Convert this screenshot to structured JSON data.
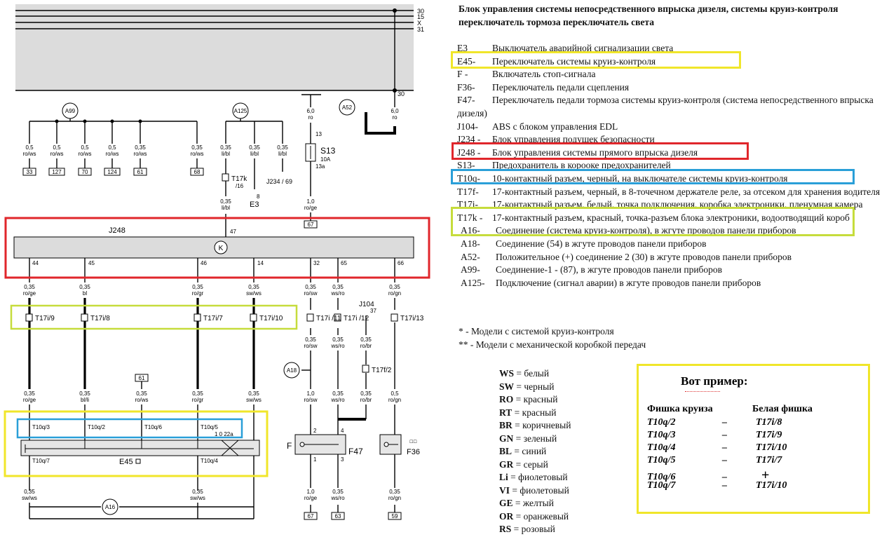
{
  "title": "Блок управления системы непосредственного впрыска дизеля, системы круиз-контроля переключатель тормоза переключатель света",
  "legend": [
    {
      "code": "E3",
      "text": "Выключатель аварийной сигнализации света"
    },
    {
      "code": "E45-",
      "text": "Переключатель системы круиз-контроля"
    },
    {
      "code": "F -",
      "text": "Включатель стоп-сигнала"
    },
    {
      "code": "F36-",
      "text": "Переключатель педали сцепления"
    },
    {
      "code": "F47-",
      "text": "Переключатель педали тормоза системы круиз-контроля (система непосредственного впрыска дизеля)"
    },
    {
      "code": "J104-",
      "text": "ABS с блоком управления EDL"
    },
    {
      "code": "J234 -",
      "text": "Блок управления подушек безопасности"
    },
    {
      "code": "J248 -",
      "text": "Блок управления системы прямого впрыска дизеля"
    },
    {
      "code": "S13-",
      "text": "Предохранитель в корооке предохранителей"
    },
    {
      "code": "T10q-",
      "text": "10-контактный разъем, черный, на выключателе системы круиз-контроля"
    },
    {
      "code": "T17f-",
      "text": "17-контактный разъем, черный, в 8-точечном держателе реле, за отсеком для хранения водителя"
    },
    {
      "code": "T17i-",
      "text": "17-контактный разъем, белый, точка подключения, коробка электроники, пленумная камера"
    },
    {
      "code": "T17k -",
      "text": "17-контактный разъем, красный, точка-разъем блока электроники, водоотводящий короб"
    },
    {
      "code": "A16-",
      "text": "Соединение (система круиз-контроля), в жгуте проводов панели приборов"
    },
    {
      "code": "A18-",
      "text": "Соединение (54) в жгуте проводов панели приборов"
    },
    {
      "code": "A52-",
      "text": "Положительное (+) соединение 2 (30) в жгуте проводов панели приборов"
    },
    {
      "code": "A99-",
      "text": "Соединение-1 - (87), в жгуте проводов панели приборов"
    },
    {
      "code": "A125-",
      "text": "Подключение (сигнал аварии) в жгуте проводов панели приборов"
    }
  ],
  "notes": [
    "* - Модели с системой круиз-контроля",
    "** - Модели с механической коробкой передач"
  ],
  "colors": [
    {
      "code": "WS",
      "name": "белый"
    },
    {
      "code": "SW",
      "name": "черный"
    },
    {
      "code": "RO",
      "name": "красный"
    },
    {
      "code": "RT",
      "name": "красный"
    },
    {
      "code": "BR",
      "name": "коричневый"
    },
    {
      "code": "GN",
      "name": "зеленый"
    },
    {
      "code": "BL",
      "name": "синий"
    },
    {
      "code": "GR",
      "name": "серый"
    },
    {
      "code": "Li",
      "name": "фиолетовый"
    },
    {
      "code": "VI",
      "name": "фиолетовый"
    },
    {
      "code": "GE",
      "name": "желтый"
    },
    {
      "code": "OR",
      "name": "оранжевый"
    },
    {
      "code": "RS",
      "name": "розовый"
    }
  ],
  "example": {
    "heading": "Вот пример:",
    "col1": "Фишка круиза",
    "col2": "Белая фишка",
    "rows": [
      {
        "a": "T10q/2",
        "dash": "–",
        "b": "T17i/8"
      },
      {
        "a": "T10q/3",
        "dash": "–",
        "b": "T17i/9"
      },
      {
        "a": "T10q/4",
        "dash": "–",
        "b": "T17i/10"
      },
      {
        "a": "T10q/5",
        "dash": "–",
        "b": "T17i/7"
      },
      {
        "a": "T10q/6",
        "dash": "–",
        "b": "+"
      },
      {
        "a": "T10q/7",
        "dash": "–",
        "b": "T17i/10"
      }
    ]
  },
  "diagram": {
    "rails": [
      "30",
      "15",
      "X",
      "31"
    ],
    "rail30_drop": "30",
    "a99": {
      "label": "A99",
      "wires": [
        {
          "size": "0,5",
          "color": "ro/ws",
          "target": "33"
        },
        {
          "size": "0,5",
          "color": "ro/ws",
          "target": "127"
        },
        {
          "size": "0,5",
          "color": "ro/ws",
          "target": "70"
        },
        {
          "size": "0,5",
          "color": "ro/ws",
          "target": "124"
        },
        {
          "size": "0,35",
          "color": "ro/ws",
          "target": "61"
        },
        {
          "size": "0,35",
          "color": "ro/ws",
          "target": "68"
        }
      ]
    },
    "a125": {
      "label": "A125",
      "wires": [
        {
          "size": "0,35",
          "color": "li/bl"
        },
        {
          "size": "0,35",
          "color": "li/bl"
        },
        {
          "size": "0,35",
          "color": "li/bl"
        }
      ],
      "t17k": "T17k",
      "t17k_pin": "/16",
      "e3": "E3",
      "e3_pin": "8",
      "j234": "J234 / 69"
    },
    "a52": {
      "label": "A52",
      "size": "6,0",
      "color": "ro"
    },
    "fuse": {
      "pin_top": "13",
      "name": "S13",
      "rating": "10A",
      "pin_bot": "13a",
      "size_top": "6,0",
      "color_top": "ro",
      "size_bot": "1,0",
      "color_bot": "ro/ge",
      "target": "67"
    },
    "right_rail": {
      "size": "6,0",
      "color": "ro"
    },
    "j248_input": {
      "size": "0,35",
      "color": "li/bl",
      "pin": "47"
    },
    "j248": {
      "label": "J248",
      "pins": [
        "44",
        "45",
        "46",
        "14",
        "32",
        "65",
        "66"
      ]
    },
    "j248_wires": [
      {
        "size": "0,35",
        "color": "ro/ge"
      },
      {
        "size": "0,35",
        "color": "bl"
      },
      {
        "size": "0,35",
        "color": "ro/gr"
      },
      {
        "size": "0,35",
        "color": "sw/ws"
      },
      {
        "size": "0,35",
        "color": "ro/sw"
      },
      {
        "size": "0,35",
        "color": "ws/ro"
      },
      {
        "size": "0,35",
        "color": "ro/gn"
      }
    ],
    "t17i": [
      "T17i/9",
      "T17i/8",
      "T17i/7",
      "T17i/10"
    ],
    "t17i_right": [
      "T17i /11",
      "T17i /12",
      "T17i/13"
    ],
    "j104": {
      "label": "J104",
      "pin": "37",
      "size": "0,35",
      "color": "ro/br",
      "t17f": "T17f/2"
    },
    "mid_wires": [
      {
        "size": "0,35",
        "color": "ro/sw"
      },
      {
        "size": "0,35",
        "color": "ws/ro"
      }
    ],
    "a18": "A18",
    "lower_wires": [
      {
        "size": "0,35",
        "color": "ro/ge"
      },
      {
        "size": "0,35",
        "color": "bl/li"
      },
      {
        "size": "0,35",
        "color": "ro/ws",
        "target": "61"
      },
      {
        "size": "0,35",
        "color": "ro/gr"
      },
      {
        "size": "0,35",
        "color": "sw/ws"
      },
      {
        "size": "1,0",
        "color": "ro/sw"
      },
      {
        "size": "0,35",
        "color": "ws/ro"
      },
      {
        "size": "0,35",
        "color": "ro/br"
      },
      {
        "size": "0,5",
        "color": "ro/gn"
      }
    ],
    "t10q_top": [
      "T10q/3",
      "T10q/2",
      "T10q/6",
      "T10q/5"
    ],
    "t10q_bot": [
      "T10q/7",
      "T10q/4"
    ],
    "e45": "E45",
    "e45_note": "1 0 22a",
    "f": {
      "label": "F",
      "pins": [
        "2",
        "1"
      ]
    },
    "f47": {
      "label": "F47",
      "pins": [
        "4",
        "3"
      ]
    },
    "f36": {
      "label": "F36",
      "marks": "☐☐"
    },
    "bottom_wires": [
      {
        "size": "0,35",
        "color": "sw/ws"
      },
      {
        "size": "0,35",
        "color": "sw/ws"
      },
      {
        "size": "1,0",
        "color": "ro/ge",
        "target": "67"
      },
      {
        "size": "0,35",
        "color": "ws/ro",
        "target": "63"
      },
      {
        "size": "0,35",
        "color": "ro/gn",
        "target": "59"
      }
    ],
    "a16": "A16"
  },
  "highlight_colors": {
    "yellow": "#f0e62a",
    "red": "#e0262b",
    "green": "#c6dc3c",
    "blue": "#2a9fd8"
  }
}
